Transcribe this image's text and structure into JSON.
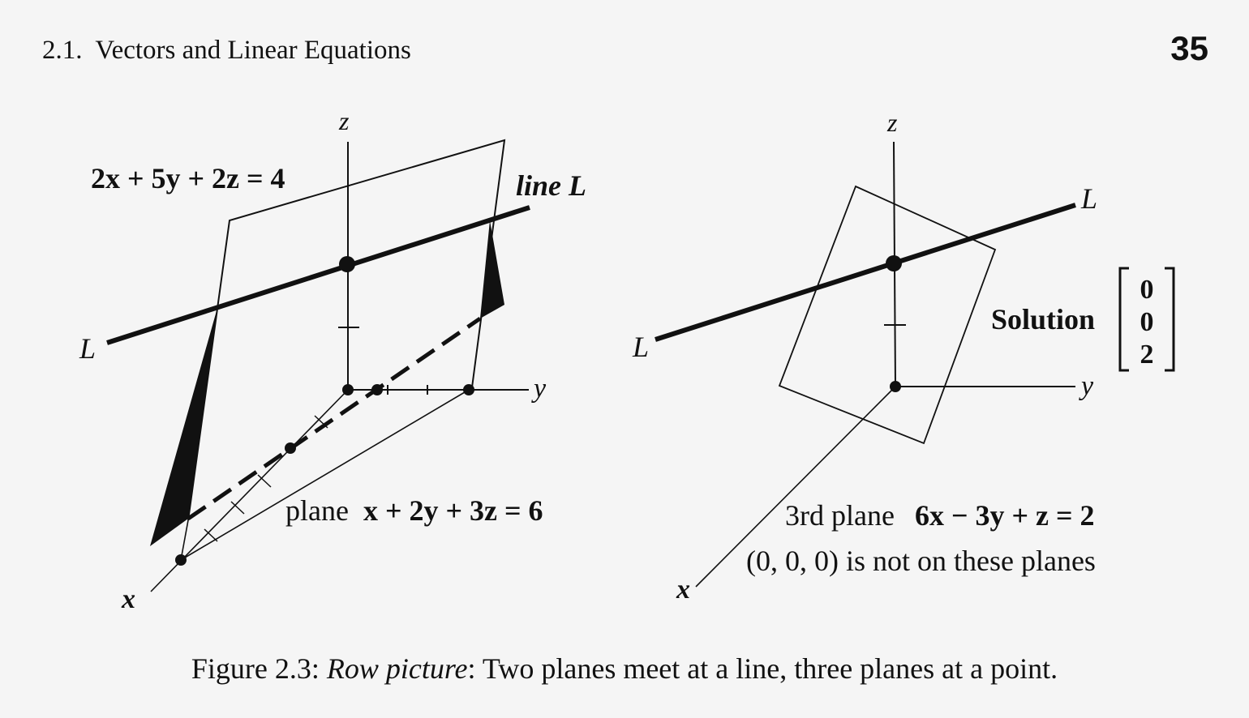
{
  "header": {
    "section": "2.1.",
    "title": "Vectors and Linear Equations",
    "page": "35"
  },
  "left_figure": {
    "axis_z": "z",
    "axis_y": "y",
    "axis_x": "x",
    "eq_plane1": "2x + 5y + 2z = 4",
    "line_label": "line L",
    "line_left_label": "L",
    "eq_plane2_prefix": "plane",
    "eq_plane2": "x + 2y + 3z = 6"
  },
  "right_figure": {
    "axis_z": "z",
    "axis_y": "y",
    "axis_x": "x",
    "line_right_label": "L",
    "line_left_label": "L",
    "solution_label": "Solution",
    "solution_vector": [
      "0",
      "0",
      "2"
    ],
    "plane3_prefix": "3rd plane",
    "eq_plane3": "6x − 3y + z = 2",
    "note": "(0, 0, 0) is not on these planes"
  },
  "caption": {
    "prefix": "Figure 2.3:",
    "italic": "Row picture",
    "rest": ": Two planes meet at a line, three planes at a point."
  }
}
